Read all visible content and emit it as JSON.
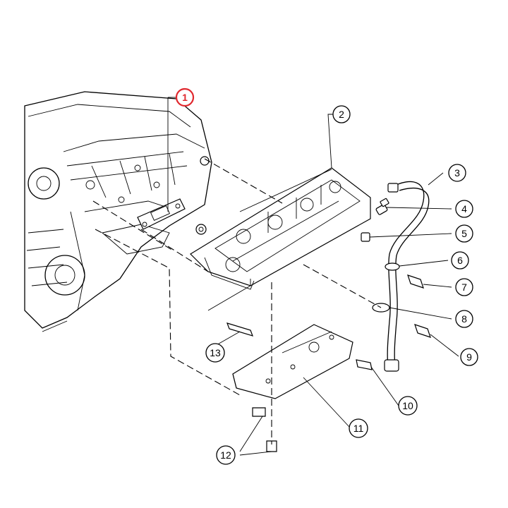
{
  "diagram": {
    "highlight_color": "#e0282e",
    "callouts": [
      {
        "label": "1",
        "highlighted": true
      },
      {
        "label": "2"
      },
      {
        "label": "3"
      },
      {
        "label": "4"
      },
      {
        "label": "5"
      },
      {
        "label": "6"
      },
      {
        "label": "7"
      },
      {
        "label": "8"
      },
      {
        "label": "9"
      },
      {
        "label": "10"
      },
      {
        "label": "11"
      },
      {
        "label": "12"
      },
      {
        "label": "13"
      }
    ]
  }
}
